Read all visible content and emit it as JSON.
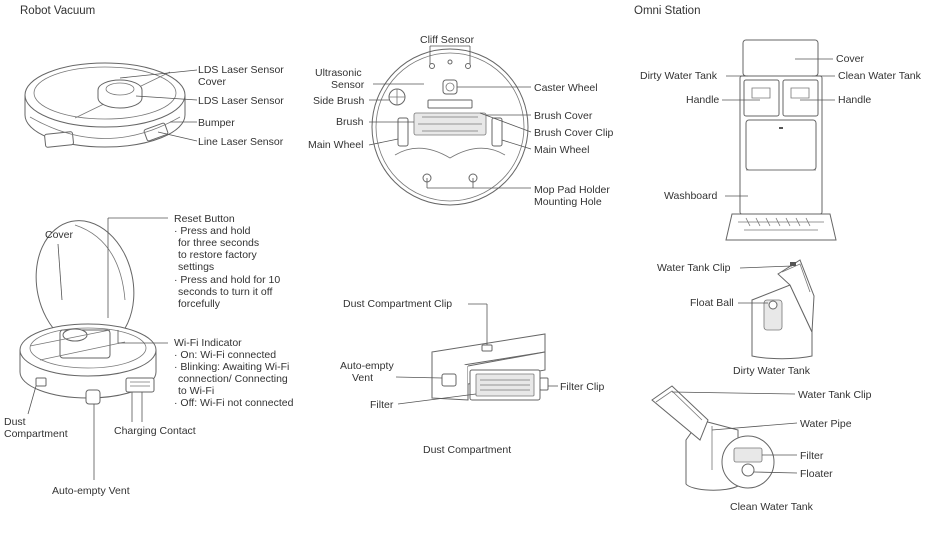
{
  "sections": {
    "robot_vacuum": "Robot Vacuum",
    "omni_station": "Omni Station"
  },
  "top_view": {
    "lds_cover": [
      "LDS Laser Sensor",
      "Cover"
    ],
    "lds_sensor": "LDS Laser Sensor",
    "bumper": "Bumper",
    "line_laser": "Line Laser Sensor"
  },
  "bottom_view": {
    "cliff_sensor": "Cliff Sensor",
    "ultrasonic": [
      "Ultrasonic",
      "Sensor"
    ],
    "side_brush": "Side Brush",
    "brush": "Brush",
    "main_wheel_left": "Main Wheel",
    "caster_wheel": "Caster Wheel",
    "brush_cover": "Brush Cover",
    "brush_cover_clip": "Brush Cover Clip",
    "main_wheel_right": "Main Wheel",
    "mop_holder": [
      "Mop Pad Holder",
      "Mounting Hole"
    ]
  },
  "open_view": {
    "cover": "Cover",
    "reset_button": "Reset Button",
    "reset_desc": [
      "· Press and hold",
      "for three seconds",
      "to restore factory",
      "settings",
      "· Press and hold for 10",
      "seconds to turn it off",
      "forcefully"
    ],
    "wifi_indicator": "Wi-Fi Indicator",
    "wifi_desc": [
      "· On: Wi-Fi connected",
      "· Blinking: Awaiting Wi-Fi",
      "connection/ Connecting",
      "to Wi-Fi",
      "· Off: Wi-Fi not connected"
    ],
    "dust_compartment": [
      "Dust",
      "Compartment"
    ],
    "charging_contact": "Charging Contact",
    "auto_empty_vent": "Auto-empty Vent"
  },
  "dust_compartment": {
    "clip": "Dust Compartment Clip",
    "vent": [
      "Auto-empty",
      "Vent"
    ],
    "filter": "Filter",
    "filter_clip": "Filter Clip",
    "caption": "Dust Compartment"
  },
  "station": {
    "cover": "Cover",
    "dirty_tank": "Dirty Water Tank",
    "clean_tank": "Clean Water Tank",
    "handle_left": "Handle",
    "handle_right": "Handle",
    "washboard": "Washboard"
  },
  "dirty_tank": {
    "clip": "Water Tank Clip",
    "float_ball": "Float Ball",
    "caption": "Dirty Water Tank"
  },
  "clean_tank": {
    "clip": "Water Tank Clip",
    "pipe": "Water Pipe",
    "filter": "Filter",
    "floater": "Floater",
    "caption": "Clean Water Tank"
  }
}
